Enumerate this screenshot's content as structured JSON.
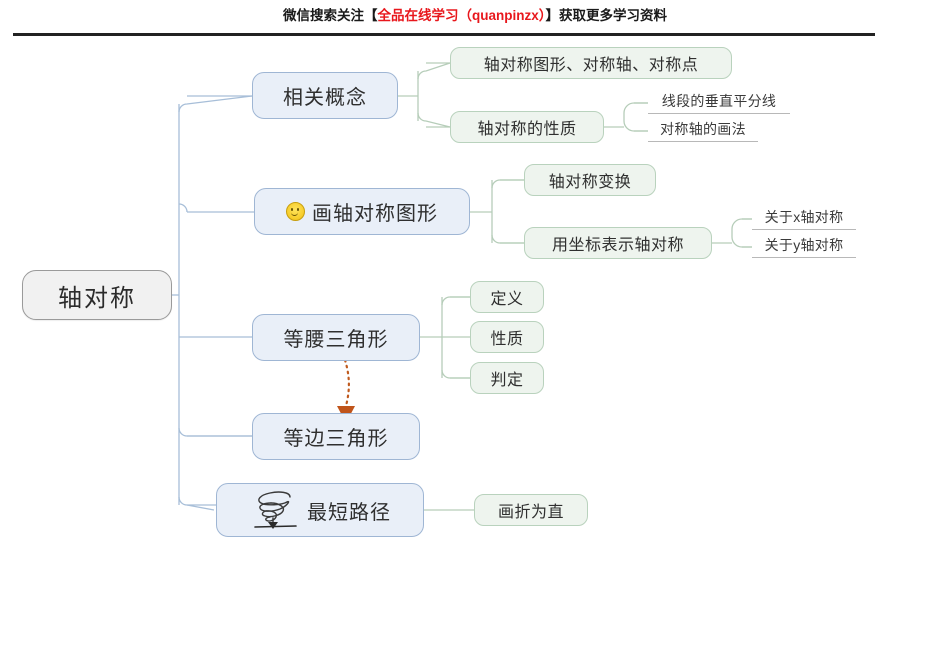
{
  "header": {
    "prefix": "微信搜索关注【",
    "highlight": "全品在线学习（quanpinzx）",
    "suffix": "】获取更多学习资料",
    "highlight_color": "#e8171c",
    "rule_color": "#222222"
  },
  "mindmap": {
    "root": {
      "label": "轴对称",
      "fill": "#f1f1f1",
      "border": "#9a9a9a"
    },
    "branches": [
      {
        "label": "相关概念",
        "fill": "#e9eff8",
        "border": "#9fb6d4",
        "children": [
          {
            "label": "轴对称图形、对称轴、对称点",
            "fill": "#eef4ee",
            "border": "#b9d2bd",
            "children": []
          },
          {
            "label": "轴对称的性质",
            "fill": "#eef4ee",
            "border": "#b9d2bd",
            "children": [
              {
                "label": "线段的垂直平分线"
              },
              {
                "label": "对称轴的画法"
              }
            ]
          }
        ]
      },
      {
        "label": "画轴对称图形",
        "icon": "smiley-face-icon",
        "fill": "#e9eff8",
        "border": "#9fb6d4",
        "children": [
          {
            "label": "轴对称变换",
            "fill": "#eef4ee",
            "border": "#b9d2bd",
            "children": []
          },
          {
            "label": "用坐标表示轴对称",
            "fill": "#eef4ee",
            "border": "#b9d2bd",
            "children": [
              {
                "label": "关于x轴对称"
              },
              {
                "label": "关于y轴对称"
              }
            ]
          }
        ]
      },
      {
        "label": "等腰三角形",
        "fill": "#e9eff8",
        "border": "#9fb6d4",
        "children": [
          {
            "label": "定义",
            "fill": "#eef4ee",
            "border": "#b9d2bd",
            "children": []
          },
          {
            "label": "性质",
            "fill": "#eef4ee",
            "border": "#b9d2bd",
            "children": []
          },
          {
            "label": "判定",
            "fill": "#eef4ee",
            "border": "#b9d2bd",
            "children": []
          }
        ]
      },
      {
        "label": "等边三角形",
        "fill": "#e9eff8",
        "border": "#9fb6d4",
        "children": []
      },
      {
        "label": "最短路径",
        "icon": "spiral-arrow-doodle-icon",
        "fill": "#e9eff8",
        "border": "#9fb6d4",
        "children": [
          {
            "label": "画折为直",
            "fill": "#eef4ee",
            "border": "#b9d2bd",
            "children": []
          }
        ]
      }
    ],
    "relation_arrow": {
      "from": "等腰三角形",
      "to": "等边三角形",
      "style": "dotted-curved-arrow",
      "color": "#c05a1e"
    },
    "connector_colors": {
      "level1": "#a7bed8",
      "level2": "#b6cdb9",
      "level3": "#b6cdb9"
    }
  }
}
